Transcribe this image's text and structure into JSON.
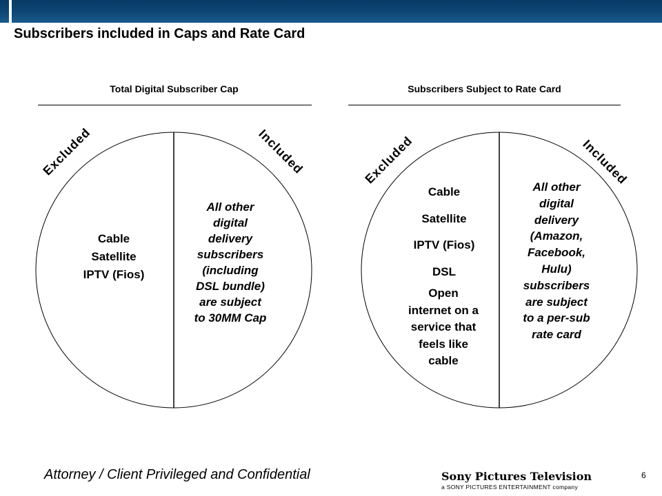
{
  "slide": {
    "title": "Subscribers included in Caps and Rate Card",
    "page_number": "6",
    "footer": "Attorney / Client Privileged and Confidential"
  },
  "logo": {
    "name": "Sony Pictures Television",
    "tagline": "a SONY PICTURES ENTERTAINMENT company"
  },
  "left_panel": {
    "heading": "Total Digital Subscriber Cap",
    "excluded_tag": "Excluded",
    "included_tag": "Included",
    "excluded_items": [
      "Cable",
      "Satellite",
      "IPTV (Fios)"
    ],
    "included_lines": [
      "All other",
      "digital",
      "delivery",
      "subscribers",
      "(including",
      "DSL bundle)",
      "are subject",
      "to 30MM Cap"
    ]
  },
  "right_panel": {
    "heading": "Subscribers Subject to Rate Card",
    "excluded_tag": "Excluded",
    "included_tag": "Included",
    "excluded_items": [
      "Cable",
      "Satellite",
      "IPTV (Fios)",
      "DSL"
    ],
    "excluded_extra_lines": [
      "Open",
      "internet on a",
      "service that",
      "feels like",
      "cable"
    ],
    "included_lines": [
      "All other",
      "digital",
      "delivery",
      "(Amazon,",
      "Facebook,",
      "Hulu)",
      "subscribers",
      "are subject",
      "to a per-sub",
      "rate card"
    ]
  },
  "colors": {
    "topbar": "#0d4777"
  }
}
